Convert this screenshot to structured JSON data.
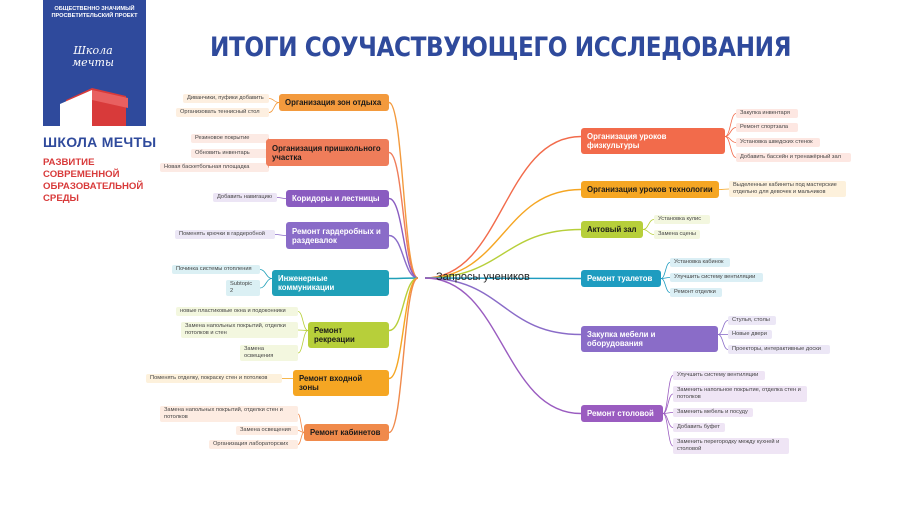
{
  "brand": {
    "top_text": "ОБЩЕСТВЕННО ЗНАЧИМЫЙ ПРОСВЕТИТЕЛЬСКИЙ ПРОЕКТ",
    "logo_line1": "Школа",
    "logo_line2": "мечты",
    "name": "ШКОЛА МЕЧТЫ",
    "subtitle": "РАЗВИТИЕ СОВРЕМЕННОЙ ОБРАЗОВАТЕЛЬНОЙ СРЕДЫ",
    "colors": {
      "blue": "#2f4a9c",
      "red": "#d83a3a"
    }
  },
  "title": "ИТОГИ СОУЧАСТВУЮЩЕГО ИССЛЕДОВАНИЯ",
  "center": "Запросы учеников",
  "left_branches": [
    {
      "label": "Организация зон отдыха",
      "color": "#f39a3d",
      "leaves": [
        "Диванчики, пуфики добавить",
        "Организовать теннисный стол"
      ]
    },
    {
      "label": "Организация пришкольного участка",
      "color": "#ef7d5a",
      "leaves": [
        "Резиновое покрытие",
        "Обновить инвентарь",
        "Новая баскетбольная площадка"
      ]
    },
    {
      "label": "Коридоры и лестницы",
      "color": "#8a5cc0",
      "leaves": [
        "Добавить навигацию"
      ]
    },
    {
      "label": "Ремонт гардеробных и раздевалок",
      "color": "#8a6cc8",
      "leaves": [
        "Поменять крючки в гардеробной"
      ]
    },
    {
      "label": "Инженерные коммуникации",
      "color": "#20a0b8",
      "leaves": [
        "Починка системы отопления",
        "Subtopic 2"
      ]
    },
    {
      "label": "Ремонт рекреации",
      "color": "#b7cf3a",
      "leaves": [
        "новые пластиковые окна и подоконники",
        "Замена напольных покрытий, отделки потолков и стен",
        "Замена освещения"
      ]
    },
    {
      "label": "Ремонт входной зоны",
      "color": "#f5a623",
      "leaves": [
        "Поменять отделку, покраску стен и потолков"
      ]
    },
    {
      "label": "Ремонт кабинетов",
      "color": "#f08a4b",
      "leaves": [
        "Замена напольных покрытий, отделки стен и потолков",
        "Замена освещения",
        "Организация лабораторских"
      ]
    }
  ],
  "right_branches": [
    {
      "label": "Организация уроков физкультуры",
      "color": "#f26b4b",
      "leaves": [
        "Закупка инвентаря",
        "Ремонт спортзала",
        "Установка шведских стенок",
        "Добавить бассейн и тренажёрный зал"
      ]
    },
    {
      "label": "Организация уроков технологии",
      "color": "#f5a623",
      "leaves": [
        "Выделенные кабинеты под мастерские отдельно для девочек и мальчиков"
      ]
    },
    {
      "label": "Актовый зал",
      "color": "#b7cf3a",
      "leaves": [
        "Установка кулис",
        "Замена сцены"
      ]
    },
    {
      "label": "Ремонт туалетов",
      "color": "#1e9cc0",
      "leaves": [
        "Установка кабинок",
        "Улучшить систему вентиляции",
        "Ремонт отделки"
      ]
    },
    {
      "label": "Закупка мебели и оборудования",
      "color": "#8a6cc8",
      "leaves": [
        "Стулья, столы",
        "Новые двери",
        "Проекторы, интерактивные доски"
      ]
    },
    {
      "label": "Ремонт столовой",
      "color": "#9a5cc0",
      "leaves": [
        "Улучшить систему вентиляции",
        "Заменить напольное покрытие, отделка стен и потолков",
        "Заменить мебель и посуду",
        "Добавить буфет",
        "Заменить перегородку между кухней и столовой"
      ]
    }
  ]
}
